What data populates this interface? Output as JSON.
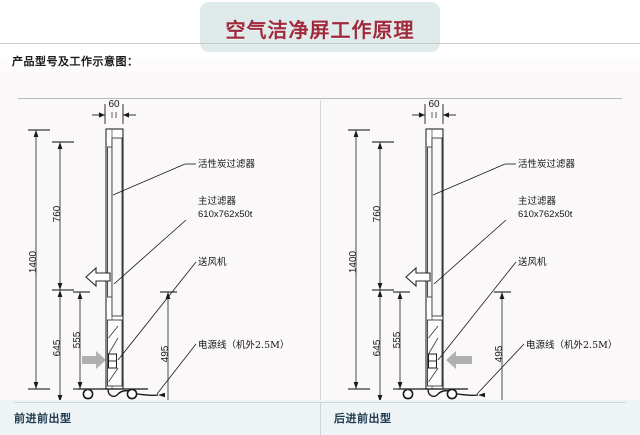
{
  "header": {
    "title": "空气洁净屏工作原理",
    "subtitle": "产品型号及工作示意图：",
    "title_color": "#a02a3c",
    "plate_color": "#dfeaeb"
  },
  "diagrams": [
    {
      "id": "front-in-front-out",
      "caption": "前进前出型",
      "intake_arrow_direction": "right",
      "outlet_arrow_direction": "left",
      "labels": {
        "carbon_filter": "活性炭过滤器",
        "main_filter": "主过滤器",
        "main_filter_spec": "610x762x50t",
        "blower": "送风机",
        "power_cord": "电源线（机外2.5M）"
      },
      "dimensions": {
        "width": "60",
        "total_height": "1400",
        "upper": "760",
        "lower": "645",
        "inner": "555",
        "outlet": "495"
      }
    },
    {
      "id": "rear-in-front-out",
      "caption": "后进前出型",
      "intake_arrow_direction": "left",
      "outlet_arrow_direction": "left",
      "labels": {
        "carbon_filter": "活性炭过滤器",
        "main_filter": "主过滤器",
        "main_filter_spec": "610x762x50t",
        "blower": "送风机",
        "power_cord": "电源线（机外2.5M）"
      },
      "dimensions": {
        "width": "60",
        "total_height": "1400",
        "upper": "760",
        "lower": "645",
        "inner": "555",
        "outlet": "495"
      }
    }
  ]
}
